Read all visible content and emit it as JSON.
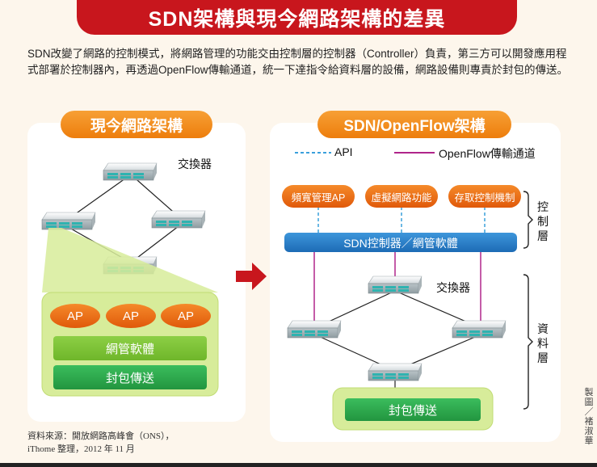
{
  "title": "SDN架構與現今網路架構的差異",
  "intro": "SDN改變了網路的控制模式，將網路管理的功能交由控制層的控制器（Controller）負責，第三方可以開發應用程式部署於控制器內，再透過OpenFlow傳輸通道，統一下達指令給資料層的設備，網路設備則專責於封包的傳送。",
  "left_panel": {
    "title": "現今網路架構",
    "switch_label": "交換器",
    "aps": [
      "AP",
      "AP",
      "AP"
    ],
    "mgmt_software": "網管軟體",
    "packet_forwarding": "封包傳送"
  },
  "right_panel": {
    "title": "SDN/OpenFlow架構",
    "legend": {
      "api": "API",
      "openflow": "OpenFlow傳輸通道"
    },
    "apps": [
      "頻寬管理AP",
      "虛擬網路功能",
      "存取控制機制"
    ],
    "controller": "SDN控制器／網管軟體",
    "switch_label": "交換器",
    "packet_forwarding": "封包傳送",
    "control_layer": "控制層",
    "data_layer": "資料層"
  },
  "source": "資料來源：開放網路高峰會（ONS），\niThome 整理，2012 年 11 月",
  "credit": "製圖／褚淑華",
  "colors": {
    "title_red": "#c8161d",
    "orange": "#ed7d0c",
    "green": "#2fa84f",
    "blue": "#2a7fc9",
    "openflow_purple": "#b0258a",
    "api_blue": "#3aa0dc"
  }
}
